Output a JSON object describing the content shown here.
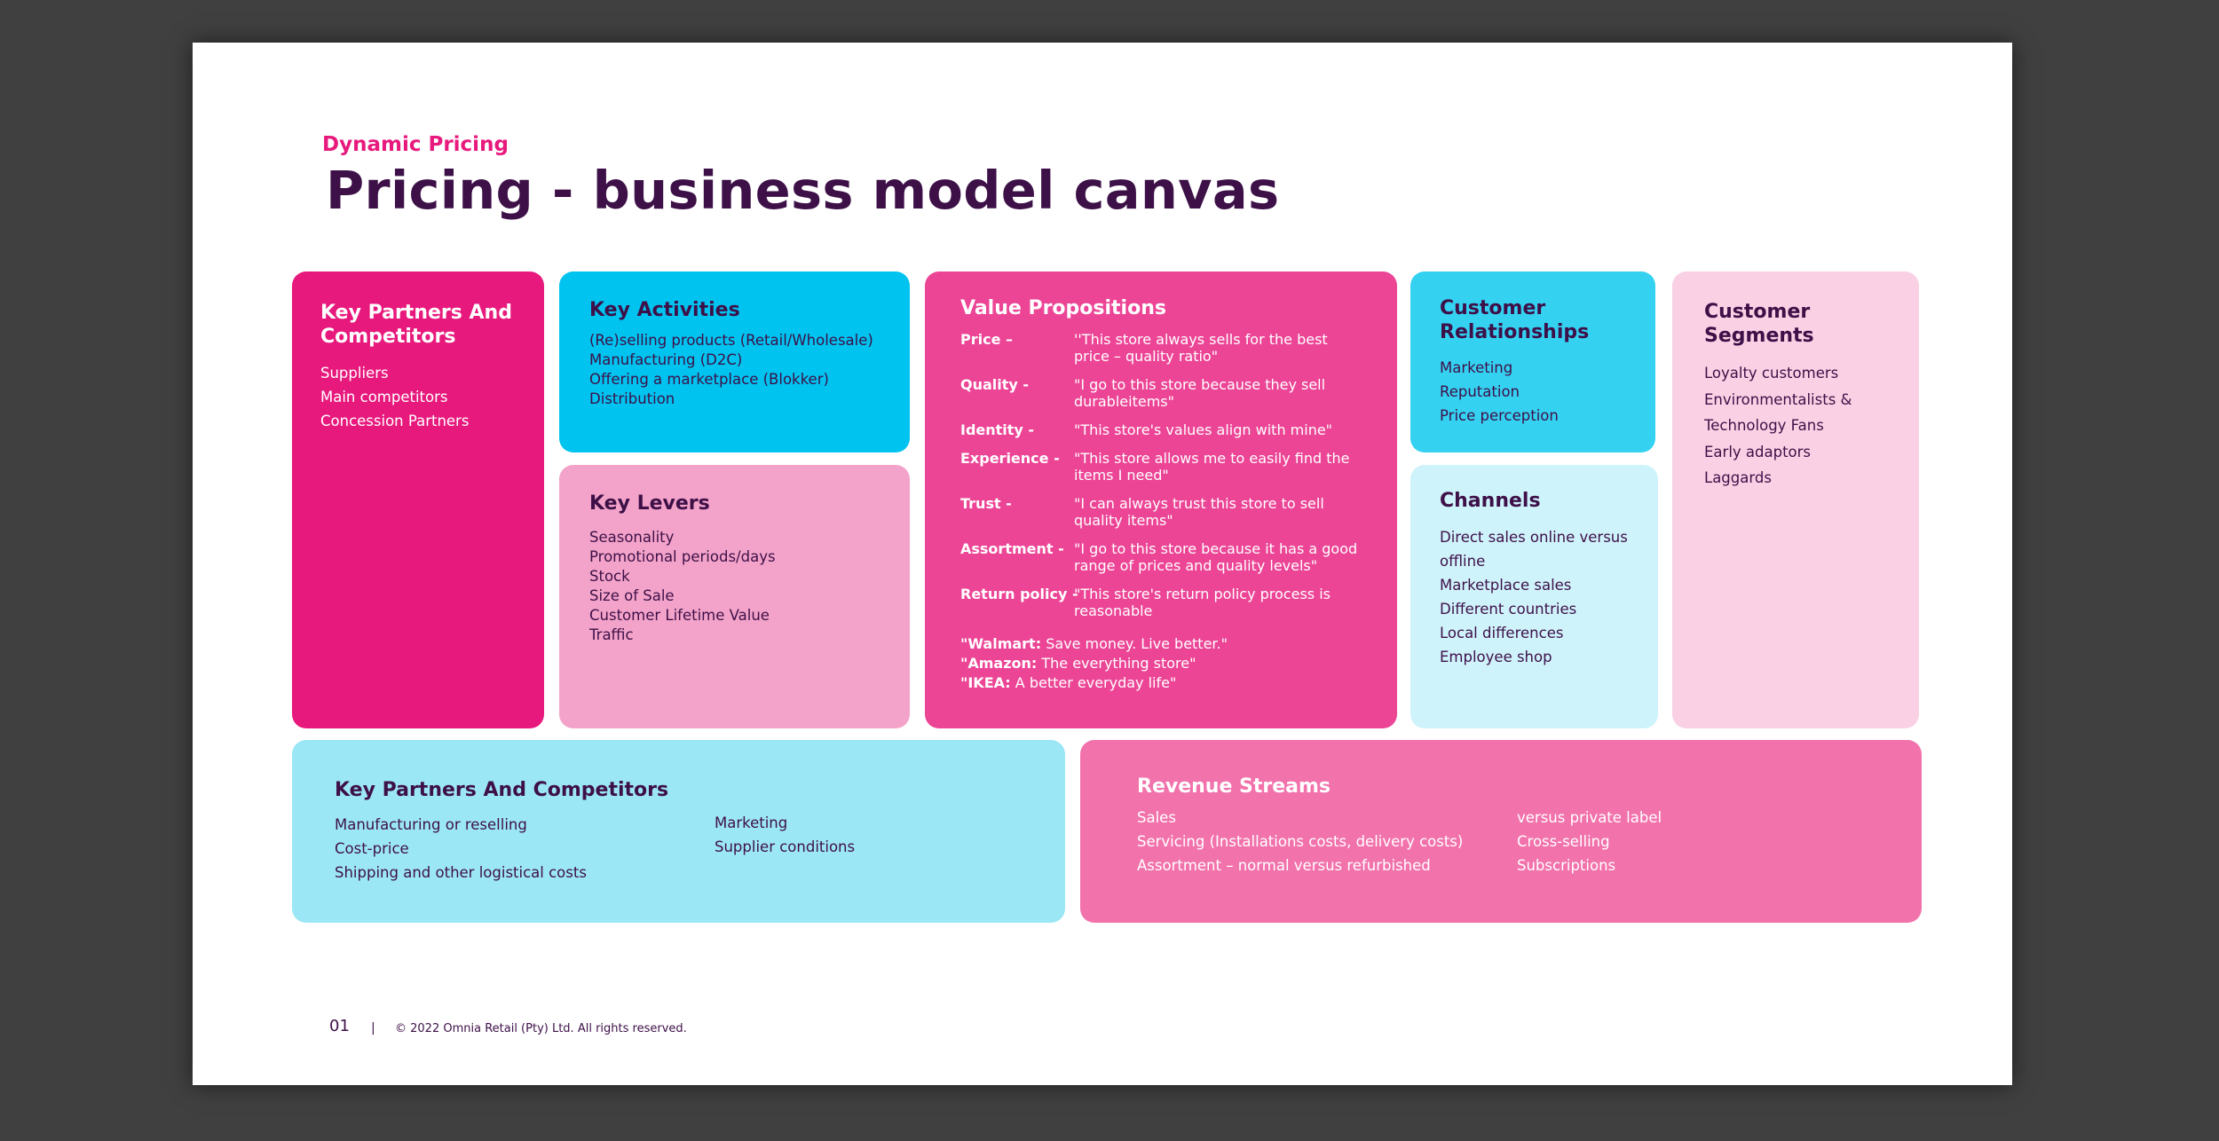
{
  "header": {
    "eyebrow": "Dynamic Pricing",
    "title": "Pricing - business model canvas"
  },
  "key_partners": {
    "title_line1": "Key Partners And",
    "title_line2": "Competitors",
    "items": [
      "Suppliers",
      "Main competitors",
      "Concession Partners"
    ]
  },
  "key_activities": {
    "title": "Key Activities",
    "items": [
      "(Re)selling products (Retail/Wholesale)",
      "Manufacturing (D2C)",
      "Offering a marketplace (Blokker)",
      "Distribution"
    ]
  },
  "key_levers": {
    "title": "Key Levers",
    "items": [
      "Seasonality",
      "Promotional periods/days",
      "Stock",
      "Size of Sale",
      "Customer Lifetime Value",
      "Traffic"
    ]
  },
  "value_propositions": {
    "title": "Value Propositions",
    "rows": [
      {
        "label": "Price –",
        "quote": "''This store always sells for the best price – quality ratio\""
      },
      {
        "label": "Quality -",
        "quote": "\"I go to this store because they sell durableitems\""
      },
      {
        "label": "Identity -",
        "quote": "\"This store's values align with mine\""
      },
      {
        "label": "Experience -",
        "quote": "\"This store allows me to easily find the items I need\""
      },
      {
        "label": "Trust -",
        "quote": "\"I can always trust this store to sell quality items\""
      },
      {
        "label": "Assortment -",
        "quote": "\"I go to this store because it has a good range of prices and quality levels\""
      },
      {
        "label": "Return policy -",
        "quote": "\"This store's return policy process is reasonable"
      }
    ],
    "brands": [
      {
        "name": "\"Walmart:",
        "slogan": " Save money. Live better.\""
      },
      {
        "name": "\"Amazon:",
        "slogan": " The everything store\""
      },
      {
        "name": "\"IKEA:",
        "slogan": " A better everyday life\""
      }
    ]
  },
  "customer_relationships": {
    "title_line1": "Customer",
    "title_line2": "Relationships",
    "items": [
      "Marketing",
      "Reputation",
      "Price perception"
    ]
  },
  "channels": {
    "title": "Channels",
    "items": [
      "Direct sales online versus",
      "offline",
      "Marketplace sales",
      "Different countries",
      "Local differences",
      "Employee shop"
    ]
  },
  "customer_segments": {
    "title_line1": "Customer",
    "title_line2": "Segments",
    "items": [
      "Loyalty customers",
      "Environmentalists &",
      "Technology Fans",
      "Early adaptors",
      "Laggards"
    ]
  },
  "key_partners_bottom": {
    "title": "Key Partners And Competitors",
    "col1": [
      "Manufacturing or reselling",
      "Cost-price",
      "Shipping and other logistical costs"
    ],
    "col2": [
      "Marketing",
      "Supplier conditions"
    ]
  },
  "revenue_streams": {
    "title": "Revenue Streams",
    "col1": [
      "Sales",
      "Servicing (Installations costs, delivery costs)",
      "Assortment – normal versus refurbished"
    ],
    "col2": [
      "versus private label",
      "Cross-selling",
      "Subscriptions"
    ]
  },
  "footer": {
    "page_number": "01",
    "separator": "|",
    "copyright": "© 2022 Omnia Retail (Pty) Ltd. All rights reserved."
  },
  "colors": {
    "magenta": "#e8197d",
    "cyan": "#00c3ef",
    "pink_light": "#f3a3c9",
    "pink_mid": "#ec4596",
    "cyan_light": "#34d1f1",
    "cyan_pale": "#cff3fb",
    "pink_pale": "#fad0e4",
    "cyan_soft": "#9ce7f6",
    "pink_soft": "#f272ac",
    "text_dark": "#3d1048"
  }
}
